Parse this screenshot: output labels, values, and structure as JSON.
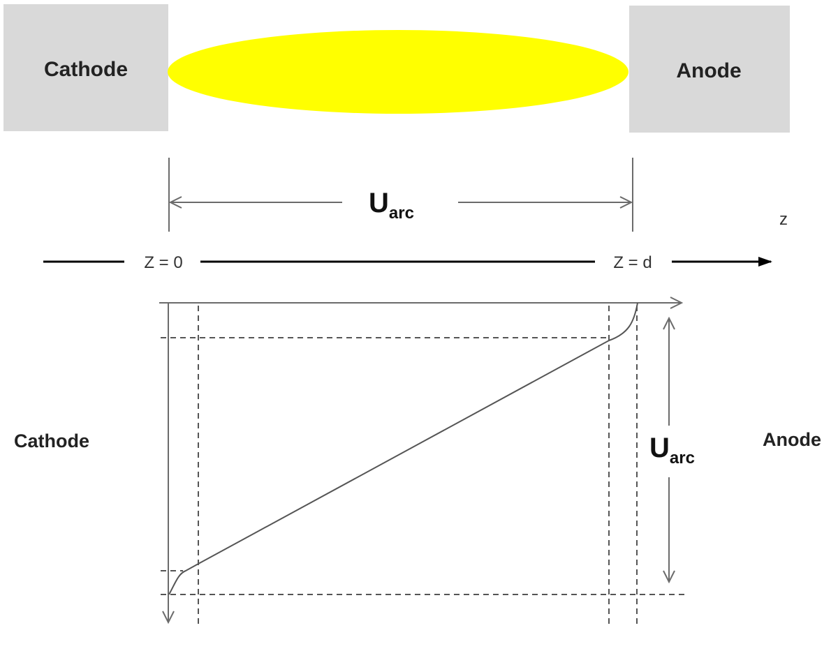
{
  "electrodes": {
    "cathode_label": "Cathode",
    "anode_label": "Anode"
  },
  "voltage": {
    "symbol": "U",
    "subscript": "arc"
  },
  "z_axis": {
    "label": "z",
    "start_label": "Z = 0",
    "end_label": "Z = d"
  },
  "plot": {
    "left_label": "Cathode",
    "right_label": "Anode"
  },
  "colors": {
    "electrode": "#d9d9d9",
    "arc": "#ffff00",
    "axis": "#000000",
    "line": "#6b6b6b"
  }
}
